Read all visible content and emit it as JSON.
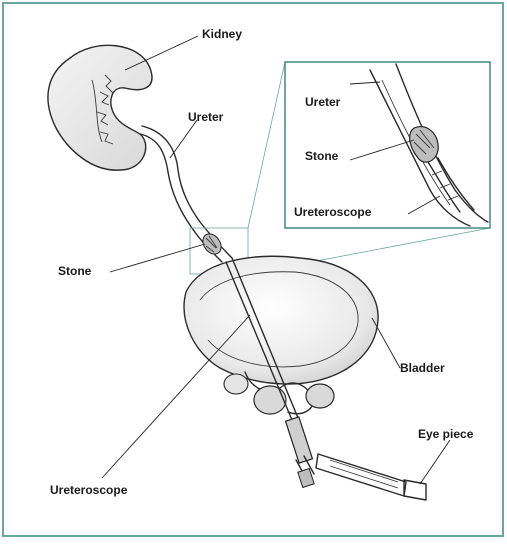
{
  "labels": {
    "kidney": "Kidney",
    "ureter": "Ureter",
    "stone": "Stone",
    "bladder": "Bladder",
    "eye_piece": "Eye piece",
    "ureteroscope": "Ureteroscope"
  },
  "inset": {
    "ureter": "Ureter",
    "stone": "Stone",
    "ureteroscope": "Ureteroscope"
  },
  "colors": {
    "frame": "#6aa7a0",
    "line": "#2a2a2a",
    "shade": "#d9d9d9"
  }
}
